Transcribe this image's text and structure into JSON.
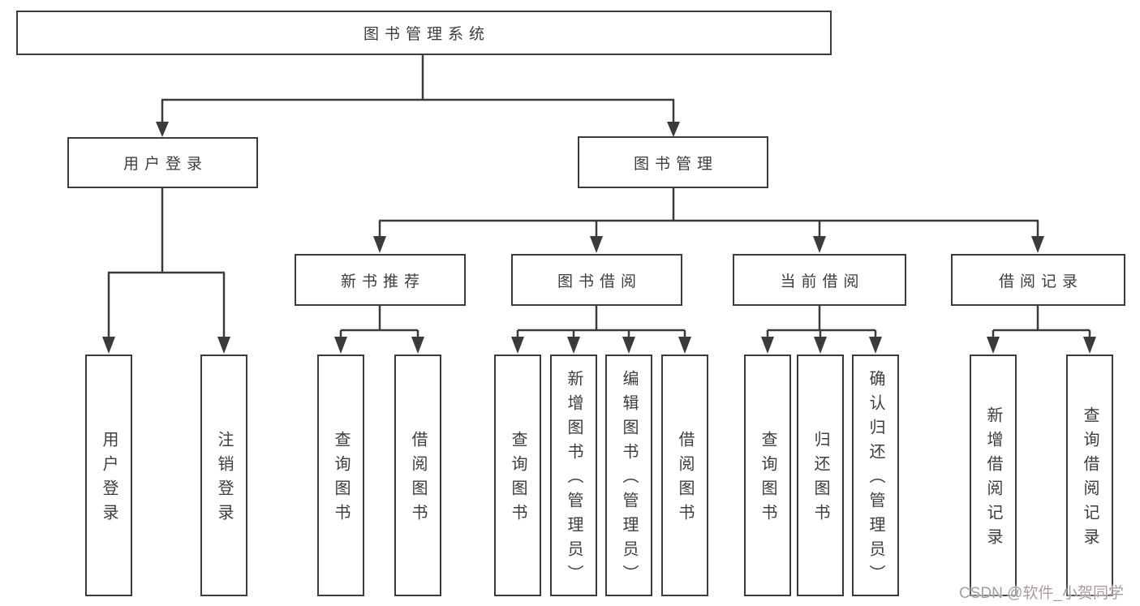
{
  "diagram": {
    "type": "hierarchy-tree",
    "orientation": "top-down",
    "tree": {
      "label": "图书管理系统",
      "children": [
        {
          "label": "用户登录",
          "children": [
            {
              "label": "用户登录"
            },
            {
              "label": "注销登录"
            }
          ]
        },
        {
          "label": "图书管理",
          "children": [
            {
              "label": "新书推荐",
              "children": [
                {
                  "label": "查询图书"
                },
                {
                  "label": "借阅图书"
                }
              ]
            },
            {
              "label": "图书借阅",
              "children": [
                {
                  "label": "查询图书"
                },
                {
                  "label": "新增图书（管理员）"
                },
                {
                  "label": "编辑图书（管理员）"
                },
                {
                  "label": "借阅图书"
                }
              ]
            },
            {
              "label": "当前借阅",
              "children": [
                {
                  "label": "查询图书"
                },
                {
                  "label": "归还图书"
                },
                {
                  "label": "确认归还（管理员）"
                }
              ]
            },
            {
              "label": "借阅记录",
              "children": [
                {
                  "label": "新增借阅记录"
                },
                {
                  "label": "查询借阅记录"
                }
              ]
            }
          ]
        }
      ]
    },
    "colors": {
      "line": "#3b3b3b",
      "box_border": "#3b3b3b",
      "box_fill": "#ffffff",
      "text": "#3d3d3d",
      "background": "#ffffff",
      "watermark": "#a89c9c"
    }
  },
  "watermark": {
    "text": "CSDN @软件_小贺同学"
  }
}
